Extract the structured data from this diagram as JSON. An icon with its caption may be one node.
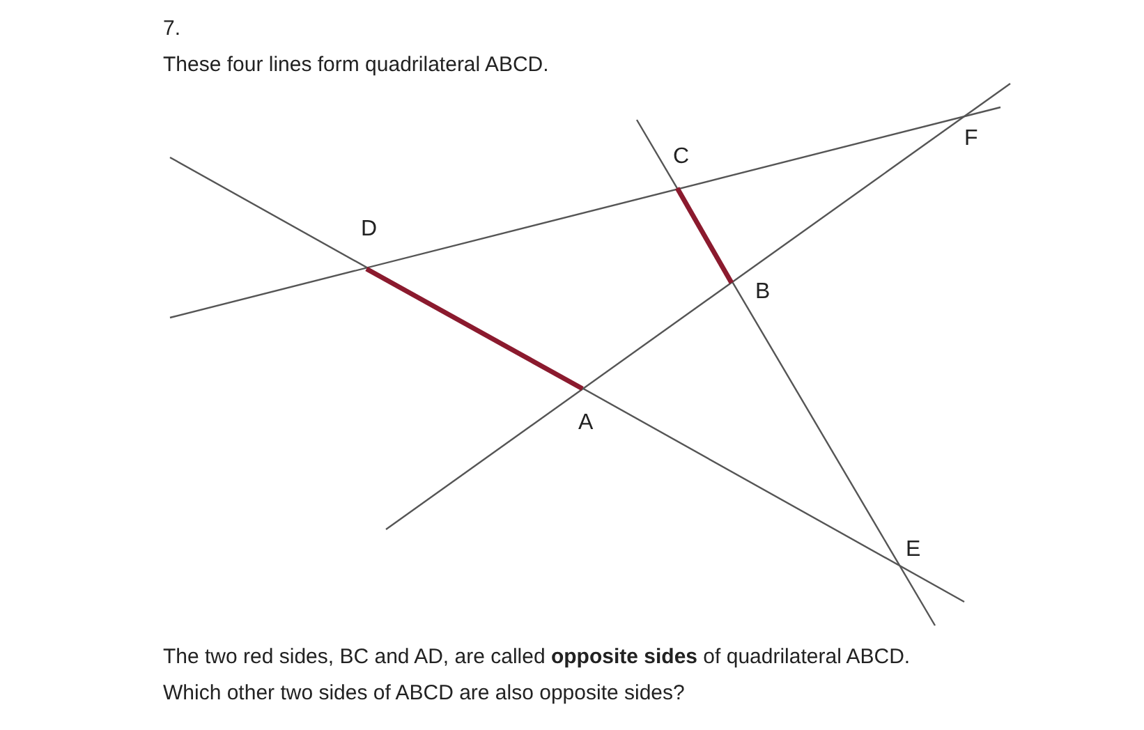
{
  "diagram": {
    "labels": [
      "7.",
      "These four lines form quadrilateral ABCD.",
      "C",
      "F",
      "D",
      "B",
      "A",
      "E",
      "The two red sides, BC and AD, are called **opposite sides** of quadrilateral ABCD.",
      "Which other two sides of ABCD are also opposite sides?"
    ]
  }
}
